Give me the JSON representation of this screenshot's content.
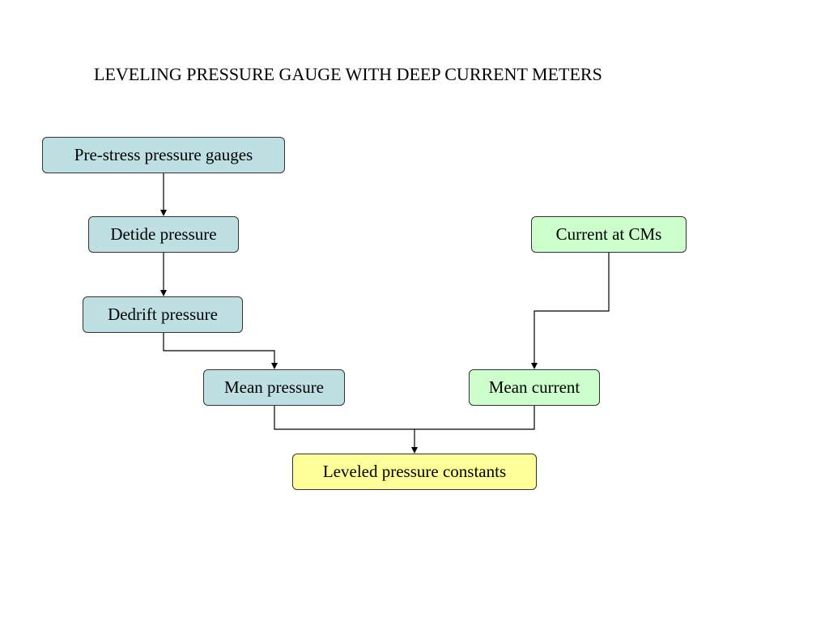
{
  "title": "LEVELING PRESSURE GAUGE WITH DEEP CURRENT METERS",
  "nodes": {
    "prestress": "Pre-stress pressure gauges",
    "detide": "Detide pressure",
    "dedrift": "Dedrift pressure",
    "mean_pressure": "Mean pressure",
    "current_at_cms": "Current at CMs",
    "mean_current": "Mean current",
    "leveled": "Leveled pressure constants"
  },
  "edges": [
    {
      "from": "prestress",
      "to": "detide"
    },
    {
      "from": "detide",
      "to": "dedrift"
    },
    {
      "from": "dedrift",
      "to": "mean_pressure"
    },
    {
      "from": "current_at_cms",
      "to": "mean_current"
    },
    {
      "from": "mean_pressure",
      "to": "leveled"
    },
    {
      "from": "mean_current",
      "to": "leveled"
    }
  ],
  "colors": {
    "pressure_nodes": "#bfe0e3",
    "current_nodes": "#ccffcc",
    "result_node": "#ffff99",
    "border": "#333333",
    "connector": "#000000"
  }
}
